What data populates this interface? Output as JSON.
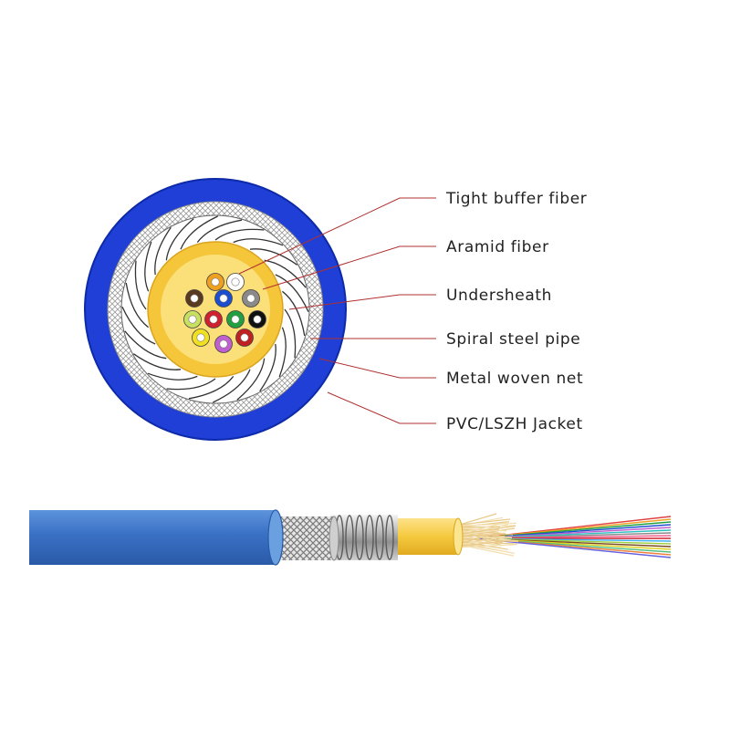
{
  "labels": {
    "tight_buffer_fiber": "Tight buffer fiber",
    "aramid_fiber": "Aramid fiber",
    "undersheath": "Undersheath",
    "spiral_steel_pipe": "Spiral steel pipe",
    "metal_woven_net": "Metal woven net",
    "pvc_lszh_jacket": "PVC/LSZH Jacket"
  },
  "colors": {
    "jacket": "#1f3fd6",
    "jacket_edge": "#0d2aa8",
    "undersheath": "#f5c53a",
    "aramid": "#fbe07a",
    "leader_line": "#b03030",
    "cable_jacket": "#3f78c8",
    "fiber_colors": [
      "#ffffff",
      "#f0a020",
      "#5a3a1e",
      "#1c4fd0",
      "#8a8a8a",
      "#c8e060",
      "#d02030",
      "#20a040",
      "#111111",
      "#f0e020",
      "#c060d0",
      "#c02020"
    ]
  }
}
